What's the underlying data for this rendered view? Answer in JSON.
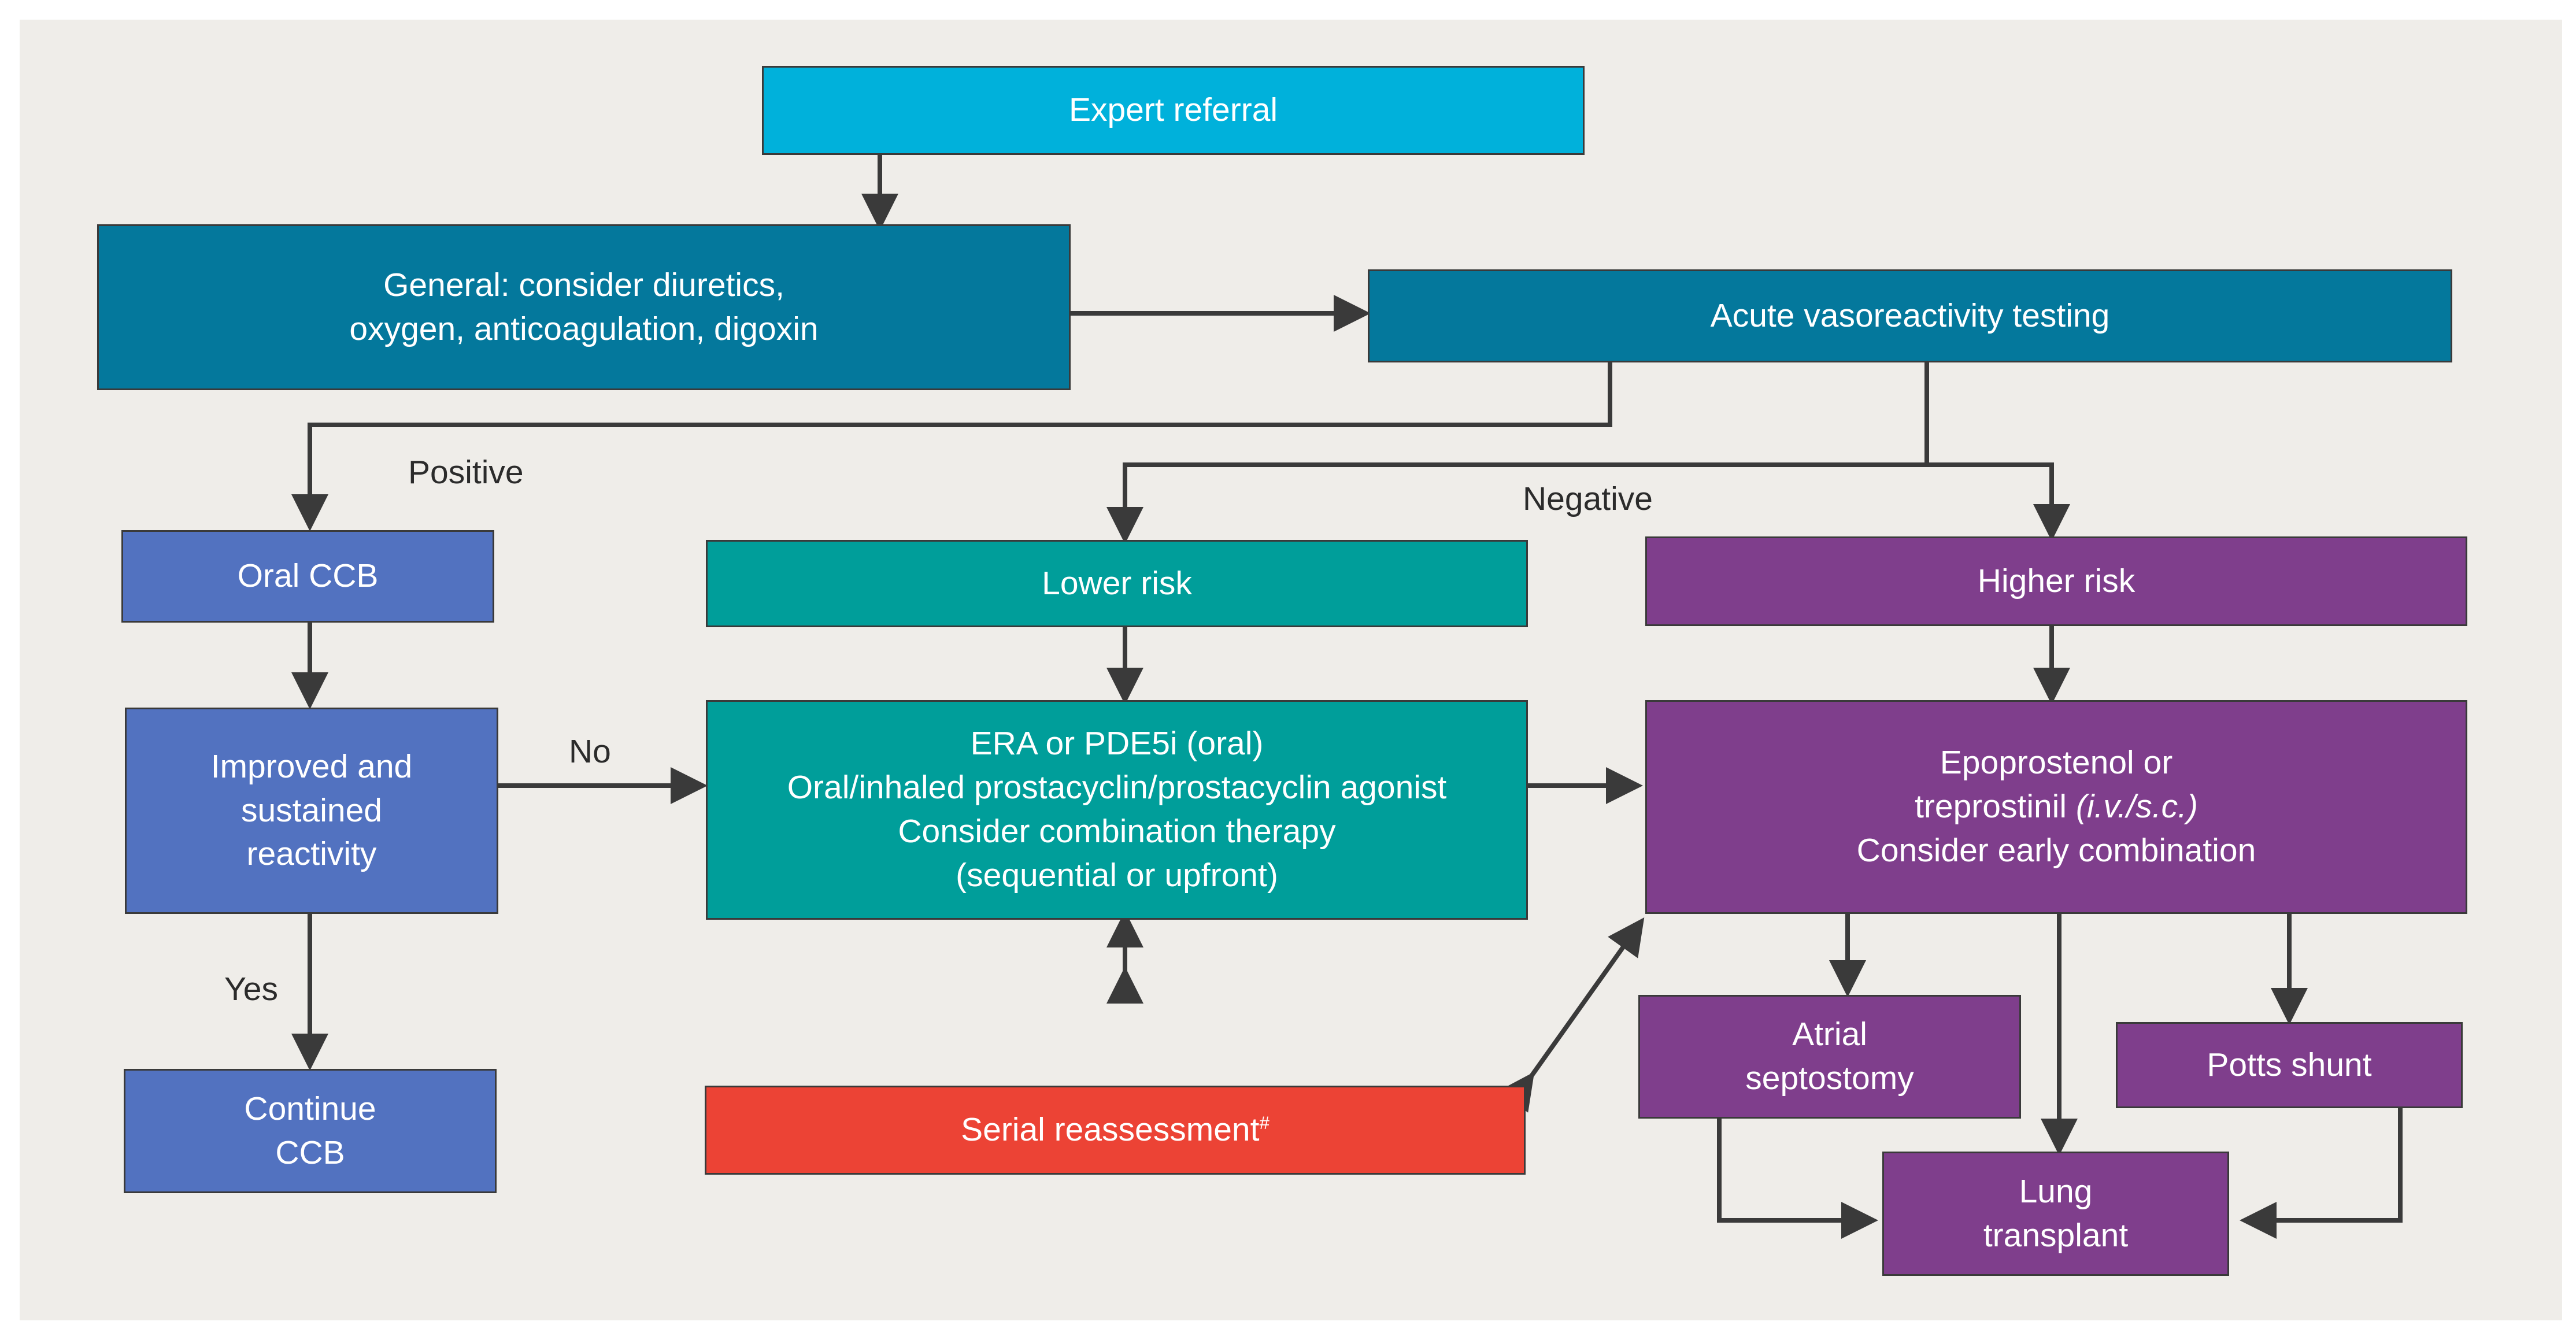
{
  "colors": {
    "background": "#efede9",
    "cyan": "#00b1db",
    "dark_teal": "#04789c",
    "blue": "#5272c0",
    "green_teal": "#009e9a",
    "purple": "#7f3e8c",
    "red": "#ec4335",
    "line": "#3a3a3a"
  },
  "nodes": {
    "expert_referral": {
      "lines": [
        "Expert referral"
      ]
    },
    "general": {
      "lines": [
        "General: consider diuretics,",
        "oxygen, anticoagulation, digoxin"
      ]
    },
    "acute_testing": {
      "lines": [
        "Acute vasoreactivity testing"
      ]
    },
    "oral_ccb": {
      "lines": [
        "Oral CCB"
      ]
    },
    "improved": {
      "lines": [
        "Improved and",
        "sustained",
        "reactivity"
      ]
    },
    "continue_ccb": {
      "lines": [
        "Continue",
        "CCB"
      ]
    },
    "lower_risk": {
      "lines": [
        "Lower risk"
      ]
    },
    "higher_risk": {
      "lines": [
        "Higher risk"
      ]
    },
    "era_pde5i": {
      "lines": [
        "ERA or PDE5i (oral)",
        "Oral/inhaled prostacyclin/prostacyclin agonist",
        "Consider combination therapy",
        "(sequential or upfront)"
      ]
    },
    "epoprostenol": {
      "line1": "Epoprostenol or",
      "line2_prefix": "treprostinil ",
      "line2_italic": "(i.v./s.c.)",
      "line3": "Consider early combination"
    },
    "serial": {
      "text": "Serial reassessment",
      "sup": "#"
    },
    "atrial": {
      "lines": [
        "Atrial",
        "septostomy"
      ]
    },
    "potts": {
      "lines": [
        "Potts shunt"
      ]
    },
    "lung": {
      "lines": [
        "Lung",
        "transplant"
      ]
    }
  },
  "edge_labels": {
    "positive": "Positive",
    "negative": "Negative",
    "no": "No",
    "yes": "Yes"
  }
}
